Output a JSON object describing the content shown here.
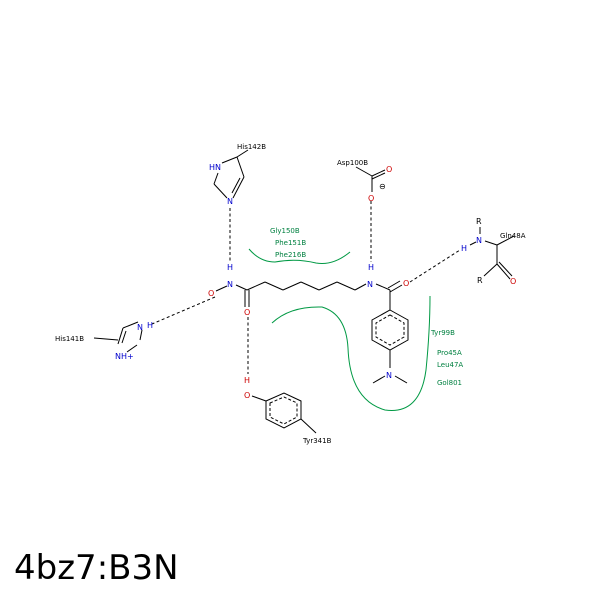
{
  "title": "4bz7:B3N",
  "residues": {
    "his142": "His142B",
    "his141": "His141B",
    "asp100": "Asp100B",
    "gln48": "Gln48A",
    "tyr341": "Tyr341B"
  },
  "hydrophobic": {
    "gly150": "Gly150B",
    "phe151": "Phe151B",
    "phe216": "Phe216B",
    "tyr99": "Tyr99B",
    "pro45": "Pro45A",
    "leu47": "Leu47A",
    "gol801": "Gol801"
  },
  "atoms": {
    "N": "N",
    "O": "O",
    "H": "H",
    "HN": "HN",
    "NH_plus": "NH+",
    "R": "R",
    "minus": "⊖"
  },
  "colors": {
    "nitrogen": "#0000cc",
    "oxygen": "#cc0000",
    "hydrophobic": "#009944"
  }
}
